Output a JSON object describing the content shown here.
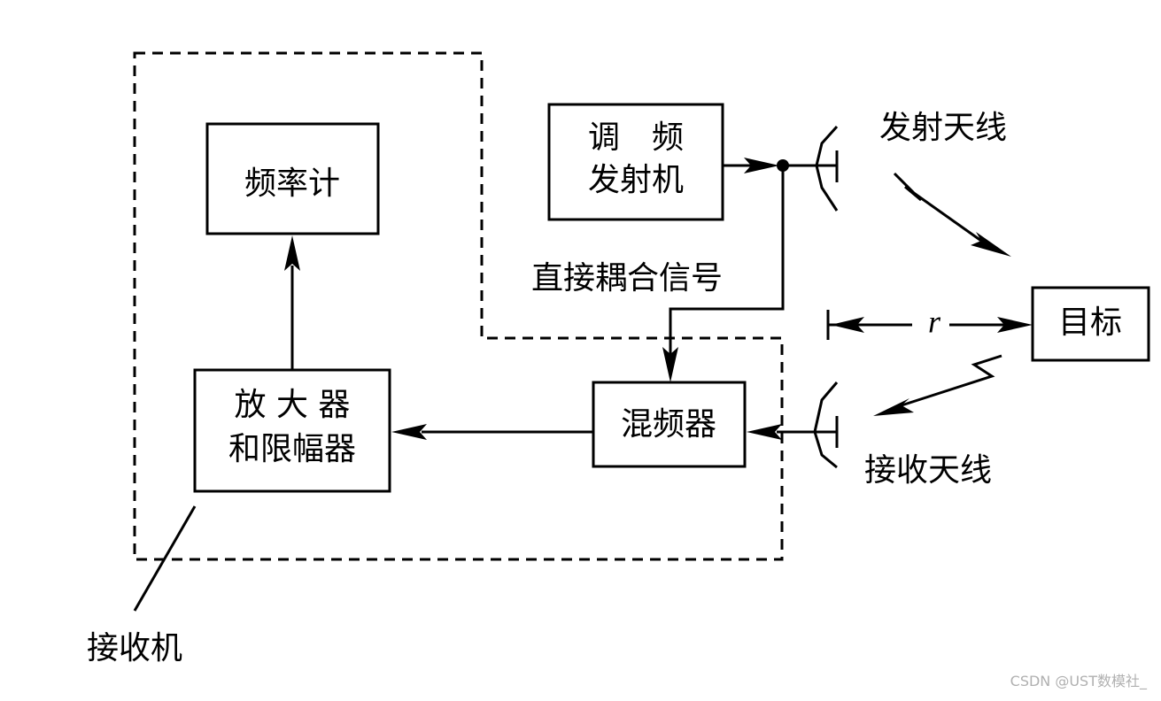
{
  "blocks": {
    "frequency_counter": "频率计",
    "amplifier_line1": "放 大 器",
    "amplifier_line2": "和限幅器",
    "mixer": "混频器",
    "fm_transmitter_line1": "调　频",
    "fm_transmitter_line2": "发射机",
    "target": "目标"
  },
  "labels": {
    "direct_coupling_signal": "直接耦合信号",
    "transmit_antenna": "发射天线",
    "receive_antenna": "接收天线",
    "receiver": "接收机",
    "range_symbol": "r"
  },
  "watermark": "CSDN @UST数模社_"
}
